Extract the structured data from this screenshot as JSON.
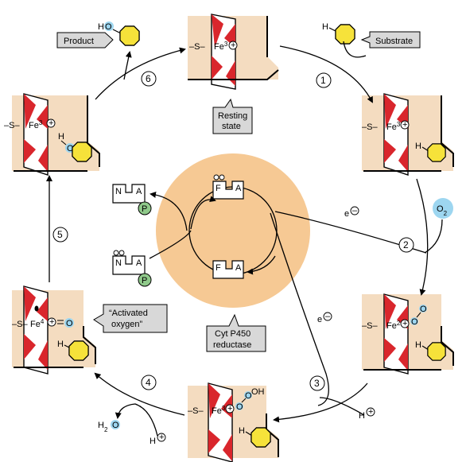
{
  "labels": {
    "product": "Product",
    "substrate": "Substrate",
    "resting_line1": "Resting",
    "resting_line2": "state",
    "cyt_line1": "Cyt P450",
    "cyt_line2": "reductase",
    "activated_line1": "“Activated",
    "activated_line2": "oxygen”"
  },
  "chem": {
    "fe3": "Fe",
    "fe3_sup": "3",
    "fe2_sup": "2",
    "fe4_sup": "4",
    "s_prefix": "–S–",
    "h": "H",
    "ho": "HO",
    "o": "O",
    "oh": "OH",
    "o2_main": "O",
    "o2_sub": "2",
    "electron": "e",
    "h2o_h": "H",
    "h2o_sub": "2",
    "h2o_o": "O",
    "hplus": "H",
    "n": "N",
    "a": "A",
    "p": "P",
    "f": "F"
  },
  "steps": [
    "1",
    "2",
    "3",
    "4",
    "5",
    "6"
  ],
  "colors": {
    "heme_red": "#d9262c",
    "frame_tan": "#f4dcc0",
    "substrate_yellow": "#f6e23a",
    "oxygen_blue": "#9dd6f0",
    "reductase_circle": "#f6c994",
    "phosphate_green": "#8fc98a",
    "label_box": "#d8d8d8"
  }
}
